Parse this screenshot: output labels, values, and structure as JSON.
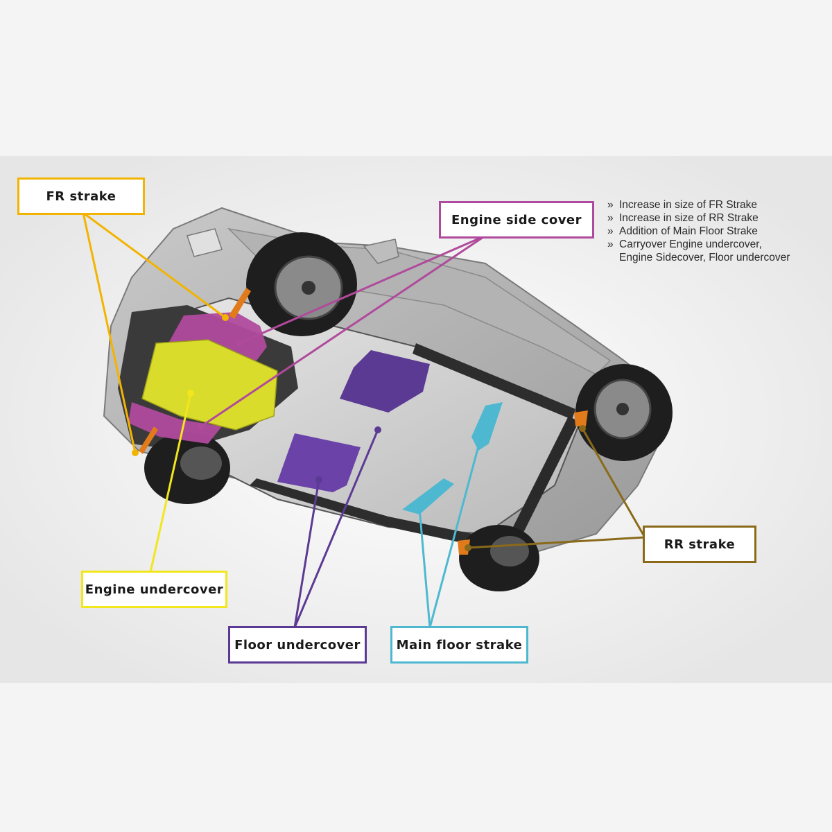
{
  "labels": {
    "fr_strake": "FR strake",
    "engine_side_cover": "Engine side cover",
    "engine_undercover": "Engine undercover",
    "floor_undercover": "Floor undercover",
    "main_floor_strake": "Main floor strake",
    "rr_strake": "RR strake"
  },
  "notes": {
    "marker": "»",
    "items": [
      "Increase in size of FR Strake",
      "Increase in size of RR Strake",
      "Addition of Main Floor Strake",
      "Carryover Engine undercover,"
    ],
    "item4_line2": "Engine Sidecover, Floor undercover"
  },
  "colors": {
    "fr_strake": "#f2b400",
    "engine_side_cover": "#b04a9c",
    "engine_undercover": "#f2e61c",
    "floor_undercover": "#5b3a93",
    "main_floor_strake": "#4db8d0",
    "rr_strake": "#8a6a1a",
    "background": "#f4f4f4"
  }
}
